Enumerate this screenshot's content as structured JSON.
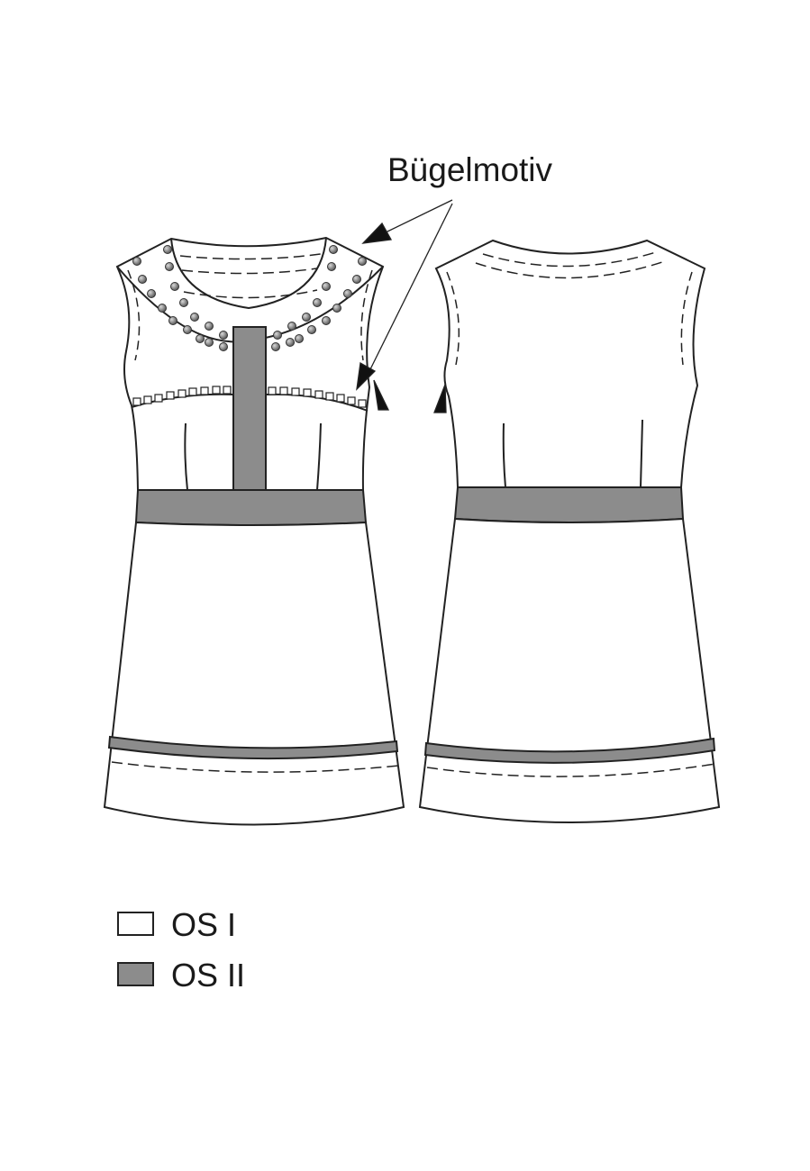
{
  "annotation": {
    "label": "Bügelmotiv"
  },
  "legend": [
    {
      "label": "OS I",
      "color": "#ffffff"
    },
    {
      "label": "OS II",
      "color": "#8c8c8c"
    }
  ],
  "colors": {
    "line": "#222222",
    "fabric_main": "#ffffff",
    "fabric_contrast": "#8c8c8c",
    "stud": "#6e6e6e"
  }
}
